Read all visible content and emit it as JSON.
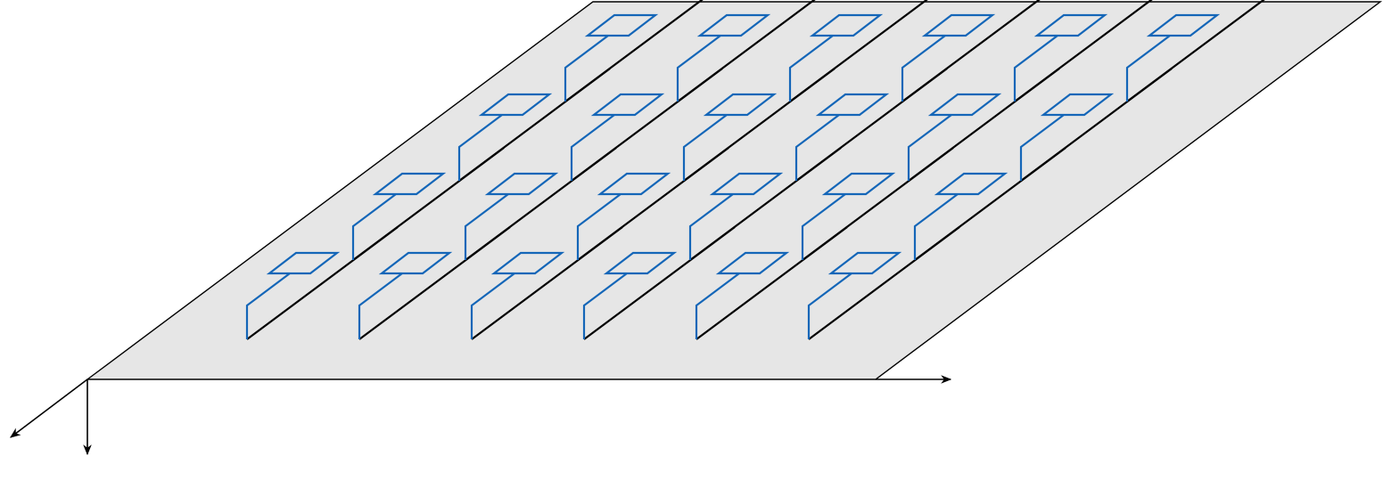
{
  "diagram": {
    "rows": 4,
    "columns": 6,
    "element_count": 24,
    "colors": {
      "background": "#ffffff",
      "plane_fill": "#e6e6e6",
      "plane_stroke": "#000000",
      "line": "#000000",
      "element": "#1466b8",
      "axis": "#000000"
    },
    "axes": [
      "x-axis",
      "y-axis",
      "z-axis"
    ],
    "labels": []
  }
}
